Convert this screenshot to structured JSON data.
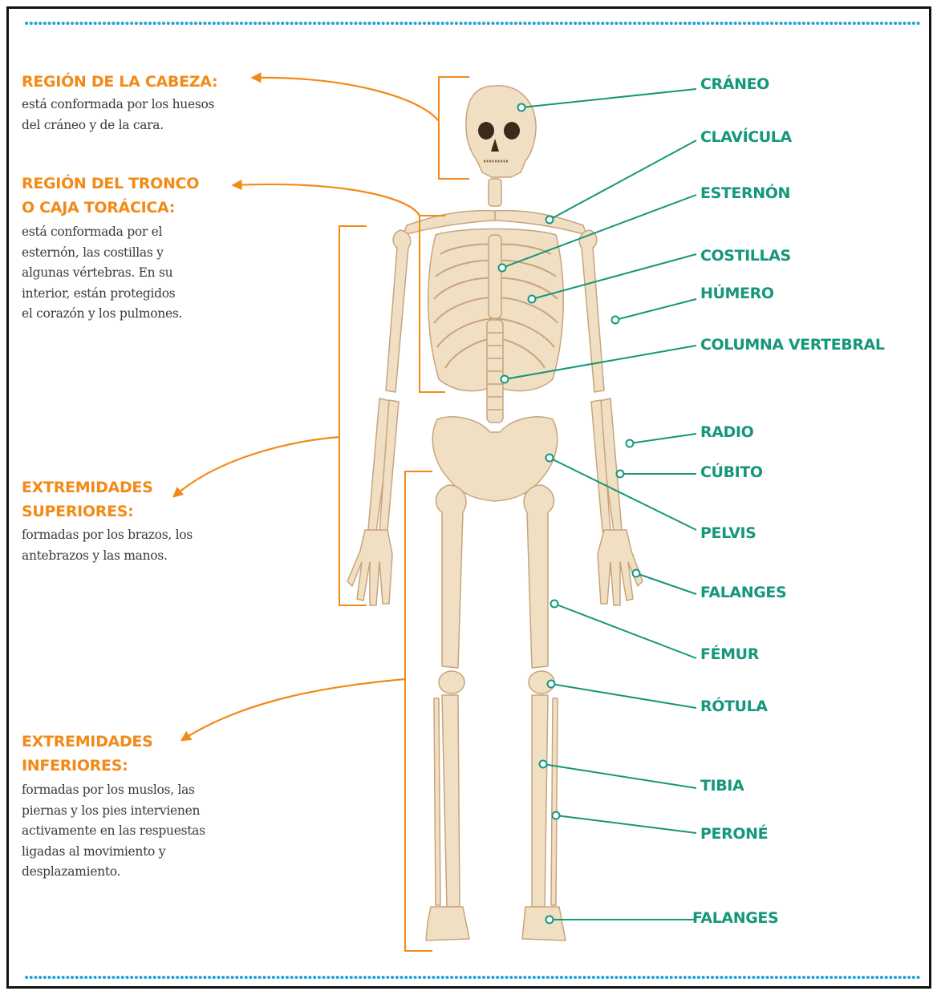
{
  "colors": {
    "region_orange": "#f28a18",
    "label_green": "#14977a",
    "bone": "#f1dfc3",
    "bone_outline": "#c8a47c",
    "dots_blue": "#27a3d8"
  },
  "regions": [
    {
      "id": "cabeza",
      "title": [
        "REGIÓN DE LA CABEZA:"
      ],
      "desc": [
        "está conformada por los huesos",
        "del cráneo y de la cara."
      ]
    },
    {
      "id": "tronco",
      "title": [
        "REGIÓN DEL TRONCO",
        "O CAJA TORÁCICA:"
      ],
      "desc": [
        "está conformada por el",
        "esternón, las costillas y",
        "algunas vértebras. En su",
        "interior, están protegidos",
        "el corazón y los pulmones."
      ]
    },
    {
      "id": "superiores",
      "title": [
        "EXTREMIDADES",
        "SUPERIORES:"
      ],
      "desc": [
        "formadas por los brazos, los",
        "antebrazos y las manos."
      ]
    },
    {
      "id": "inferiores",
      "title": [
        "EXTREMIDADES",
        "INFERIORES:"
      ],
      "desc": [
        "formadas por los muslos, las",
        "piernas y los pies intervienen",
        "activamente en las respuestas",
        "ligadas al movimiento y",
        "desplazamiento."
      ]
    }
  ],
  "bone_labels": [
    {
      "id": "craneo",
      "text": "CRÁNEO"
    },
    {
      "id": "clavicula",
      "text": "CLAVÍCULA"
    },
    {
      "id": "esternon",
      "text": "ESTERNÓN"
    },
    {
      "id": "costillas",
      "text": "COSTILLAS"
    },
    {
      "id": "humero",
      "text": "HÚMERO"
    },
    {
      "id": "columna",
      "text": "COLUMNA VERTEBRAL"
    },
    {
      "id": "radio",
      "text": "RADIO"
    },
    {
      "id": "cubito",
      "text": "CÚBITO"
    },
    {
      "id": "pelvis",
      "text": "PELVIS"
    },
    {
      "id": "falanges-mano",
      "text": "FALANGES"
    },
    {
      "id": "femur",
      "text": "FÉMUR"
    },
    {
      "id": "rotula",
      "text": "RÓTULA"
    },
    {
      "id": "tibia",
      "text": "TIBIA"
    },
    {
      "id": "perone",
      "text": "PERONÉ"
    },
    {
      "id": "falanges-pie",
      "text": "FALANGES"
    }
  ]
}
